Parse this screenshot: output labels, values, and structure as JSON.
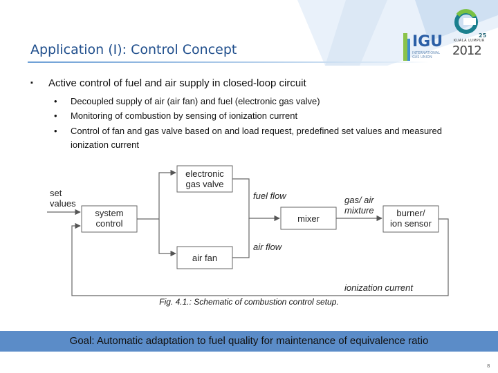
{
  "slide": {
    "title": "Application (I): Control Concept",
    "page_number": "8"
  },
  "logo": {
    "name": "IGU",
    "subtitle": "INTERNATIONAL GAS UNION",
    "city": "KUALA LUMPUR",
    "year": "2012",
    "edition": "25"
  },
  "content": {
    "bullet_main": "Active control of fuel and air supply in closed-loop circuit",
    "sub_bullets": [
      "Decoupled supply of air (air fan) and fuel (electronic gas valve)",
      "Monitoring of combustion by sensing of ionization current",
      "Control of fan and gas valve based on and load request, predefined set values and measured ionization current"
    ]
  },
  "diagram": {
    "set_values": "set values",
    "system_control": "system control",
    "electronic_gas_valve": "electronic gas valve",
    "air_fan": "air fan",
    "fuel_flow": "fuel flow",
    "air_flow": "air flow",
    "mixer": "mixer",
    "gas_air_mixture": "gas/ air mixture",
    "burner_ion_sensor": "burner/ ion sensor",
    "ionization_current": "ionization current",
    "caption": "Fig. 4.1.: Schematic of combustion control setup."
  },
  "goal": "Goal: Automatic adaptation to fuel quality for maintenance of equivalence ratio"
}
